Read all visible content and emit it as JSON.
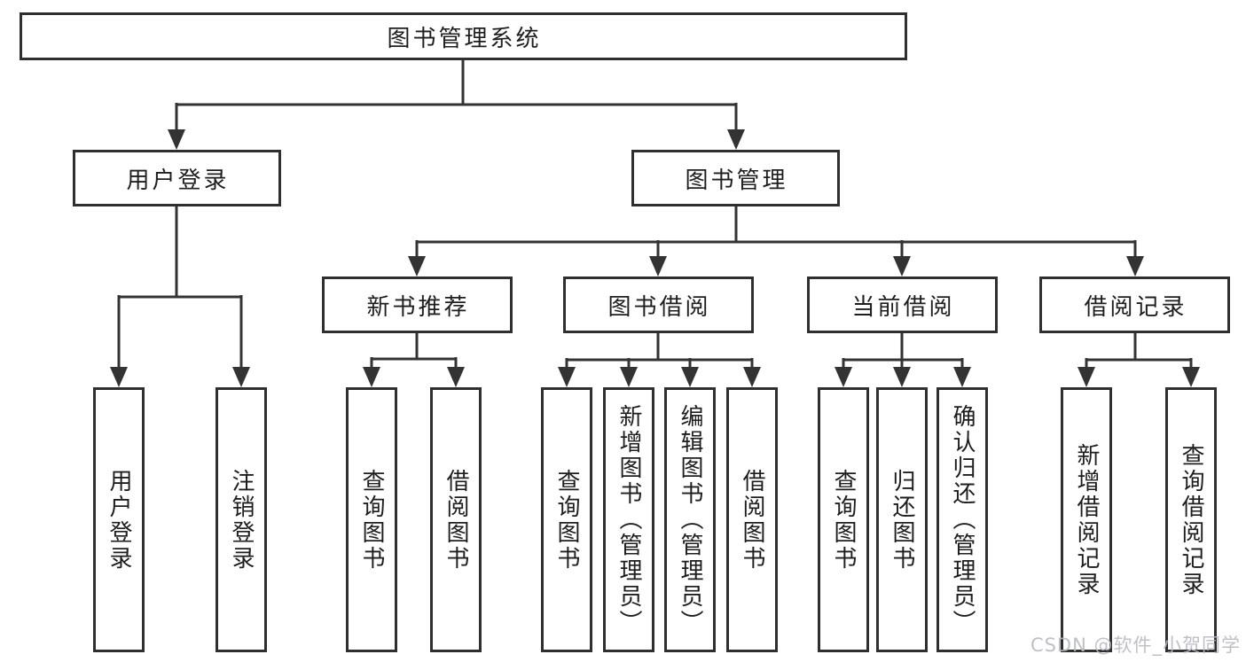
{
  "diagram": {
    "title": "图书管理系统",
    "watermark": "CSDN @软件_小贺同学",
    "colors": {
      "line": "#333333",
      "border": "#2f2f2f",
      "background": "#ffffff",
      "text": "#1e1e1e",
      "watermark": "#b6bac0"
    },
    "nodes": [
      {
        "id": "root",
        "label": "图书管理系统",
        "level": 1
      },
      {
        "id": "user-login-branch",
        "label": "用户登录",
        "level": 2
      },
      {
        "id": "book-management",
        "label": "图书管理",
        "level": 2
      },
      {
        "id": "new-book-recommend",
        "label": "新书推荐",
        "level": 3
      },
      {
        "id": "book-borrow",
        "label": "图书借阅",
        "level": 3
      },
      {
        "id": "current-borrow",
        "label": "当前借阅",
        "level": 3
      },
      {
        "id": "borrow-records",
        "label": "借阅记录",
        "level": 3
      },
      {
        "id": "leaf-user-login",
        "label": "用户登录",
        "level": 4
      },
      {
        "id": "leaf-logout",
        "label": "注销登录",
        "level": 4
      },
      {
        "id": "leaf-query-books-1",
        "label": "查询图书",
        "level": 4
      },
      {
        "id": "leaf-borrow-books-1",
        "label": "借阅图书",
        "level": 4
      },
      {
        "id": "leaf-query-books-2",
        "label": "查询图书",
        "level": 4
      },
      {
        "id": "leaf-add-book-admin",
        "label": "新增图书（管理员）",
        "level": 4
      },
      {
        "id": "leaf-edit-book-admin",
        "label": "编辑图书（管理员）",
        "level": 4
      },
      {
        "id": "leaf-borrow-books-2",
        "label": "借阅图书",
        "level": 4
      },
      {
        "id": "leaf-query-books-3",
        "label": "查询图书",
        "level": 4
      },
      {
        "id": "leaf-return-book",
        "label": "归还图书",
        "level": 4
      },
      {
        "id": "leaf-confirm-return",
        "label": "确认归还（管理员）",
        "level": 4
      },
      {
        "id": "leaf-add-borrow-rec",
        "label": "新增借阅记录",
        "level": 4
      },
      {
        "id": "leaf-query-borrow-rec",
        "label": "查询借阅记录",
        "level": 4
      }
    ],
    "hierarchy": {
      "图书管理系统": {
        "用户登录": [
          "用户登录",
          "注销登录"
        ],
        "图书管理": {
          "新书推荐": [
            "查询图书",
            "借阅图书"
          ],
          "图书借阅": [
            "查询图书",
            "新增图书（管理员）",
            "编辑图书（管理员）",
            "借阅图书"
          ],
          "当前借阅": [
            "查询图书",
            "归还图书",
            "确认归还（管理员）"
          ],
          "借阅记录": [
            "新增借阅记录",
            "查询借阅记录"
          ]
        }
      }
    }
  }
}
